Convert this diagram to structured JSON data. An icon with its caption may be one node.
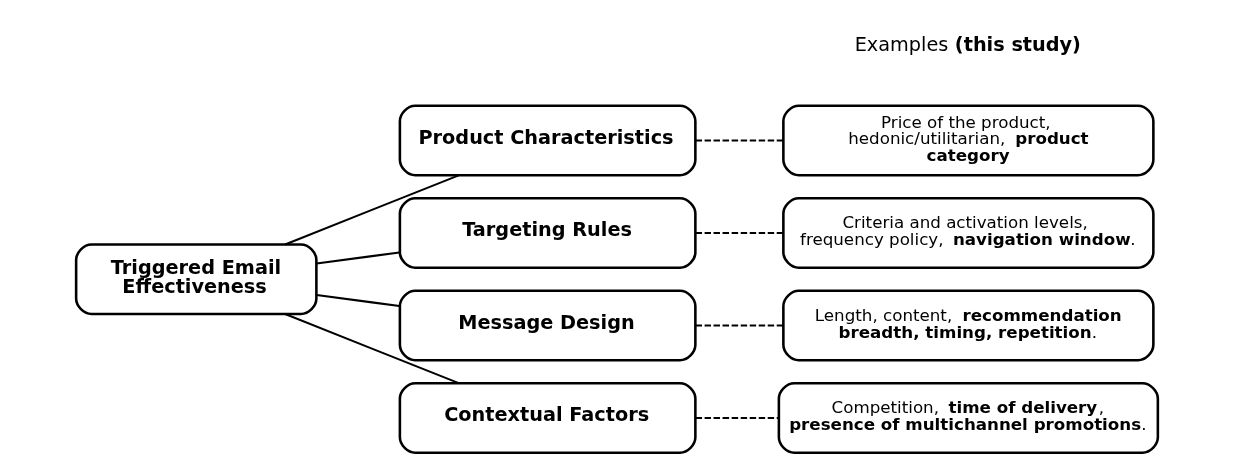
{
  "diagram": {
    "nodes": [
      {
        "text": [
          "Triggered Email Effectiveness"
        ]
      },
      {
        "text": [
          "Product Characteristics"
        ]
      },
      {
        "text": [
          "Targeting Rules"
        ]
      },
      {
        "text": [
          "Message Design"
        ]
      },
      {
        "text": [
          "Contextual Factors"
        ]
      },
      {
        "text": [
          "Price of the product, hedonic/utilitarian, **product category**"
        ]
      },
      {
        "text": [
          "Criteria and activation levels, frequency policy, **navigation window**."
        ]
      },
      {
        "text": [
          "Length, content, **recommendation breadth, timing, repetition**."
        ]
      },
      {
        "text": [
          "Competition, **time of delivery**, **presence of multichannel promotions**."
        ]
      }
    ],
    "edges": [
      {
        "from": 0,
        "to": 1,
        "arrow": "none"
      },
      {
        "from": 0,
        "to": 2,
        "arrow": "none"
      },
      {
        "from": 0,
        "to": 3,
        "arrow": "none"
      },
      {
        "from": 0,
        "to": 4,
        "arrow": "none"
      },
      {
        "from": 1,
        "to": 5,
        "arrow": "none",
        "style": "dashed"
      },
      {
        "from": 2,
        "to": 6,
        "arrow": "none",
        "style": "dashed"
      },
      {
        "from": 3,
        "to": 7,
        "arrow": "none",
        "style": "dashed"
      },
      {
        "from": 4,
        "to": 8,
        "arrow": "none",
        "style": "dashed"
      }
    ],
    "labels": [
      "Examples **(this study)**"
    ]
  }
}
